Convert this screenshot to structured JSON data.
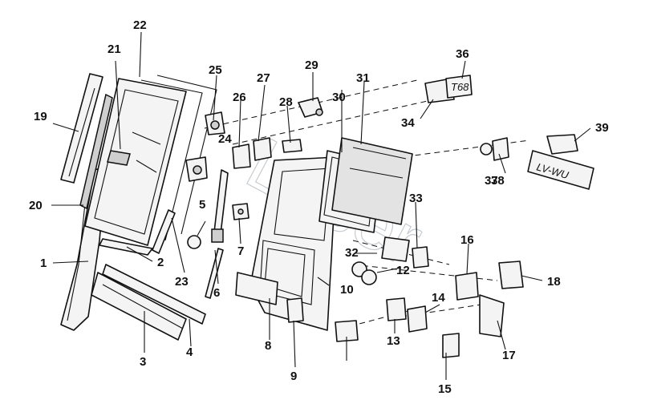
{
  "diagram": {
    "watermark": "Laser",
    "emblem_text": "LV-WU",
    "badge_text": "T68",
    "callouts": [
      "1",
      "2",
      "3",
      "4",
      "5",
      "6",
      "7",
      "8",
      "9",
      "10",
      "12",
      "13",
      "14",
      "15",
      "16",
      "17",
      "18",
      "19",
      "20",
      "21",
      "22",
      "23",
      "24",
      "25",
      "26",
      "27",
      "28",
      "29",
      "30",
      "31",
      "32",
      "33",
      "34",
      "36",
      "37",
      "38",
      "39"
    ]
  }
}
